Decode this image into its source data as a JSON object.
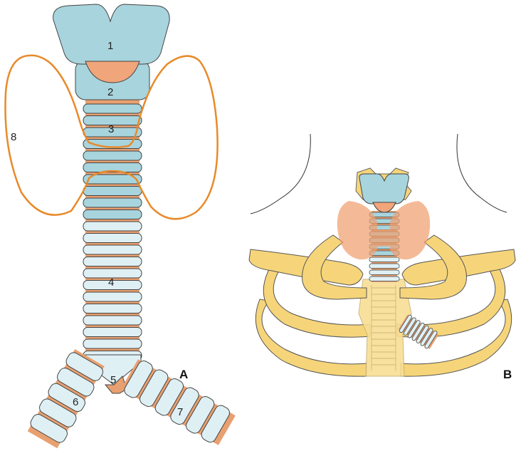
{
  "labels": {
    "n1": "1",
    "n2": "2",
    "n3": "3",
    "n4": "4",
    "n5": "5",
    "n6": "6",
    "n7": "7",
    "n8": "8"
  },
  "panels": {
    "a": "A",
    "b": "B"
  },
  "colors": {
    "cartilage_blue": "#a8d4dd",
    "ring_light": "#dff0f4",
    "membrane_orange": "#e8a070",
    "thyroid_outline": "#e88a2a",
    "thyroid_fill_b": "#f0a070",
    "bone": "#f6d57a",
    "outline": "#444444"
  }
}
